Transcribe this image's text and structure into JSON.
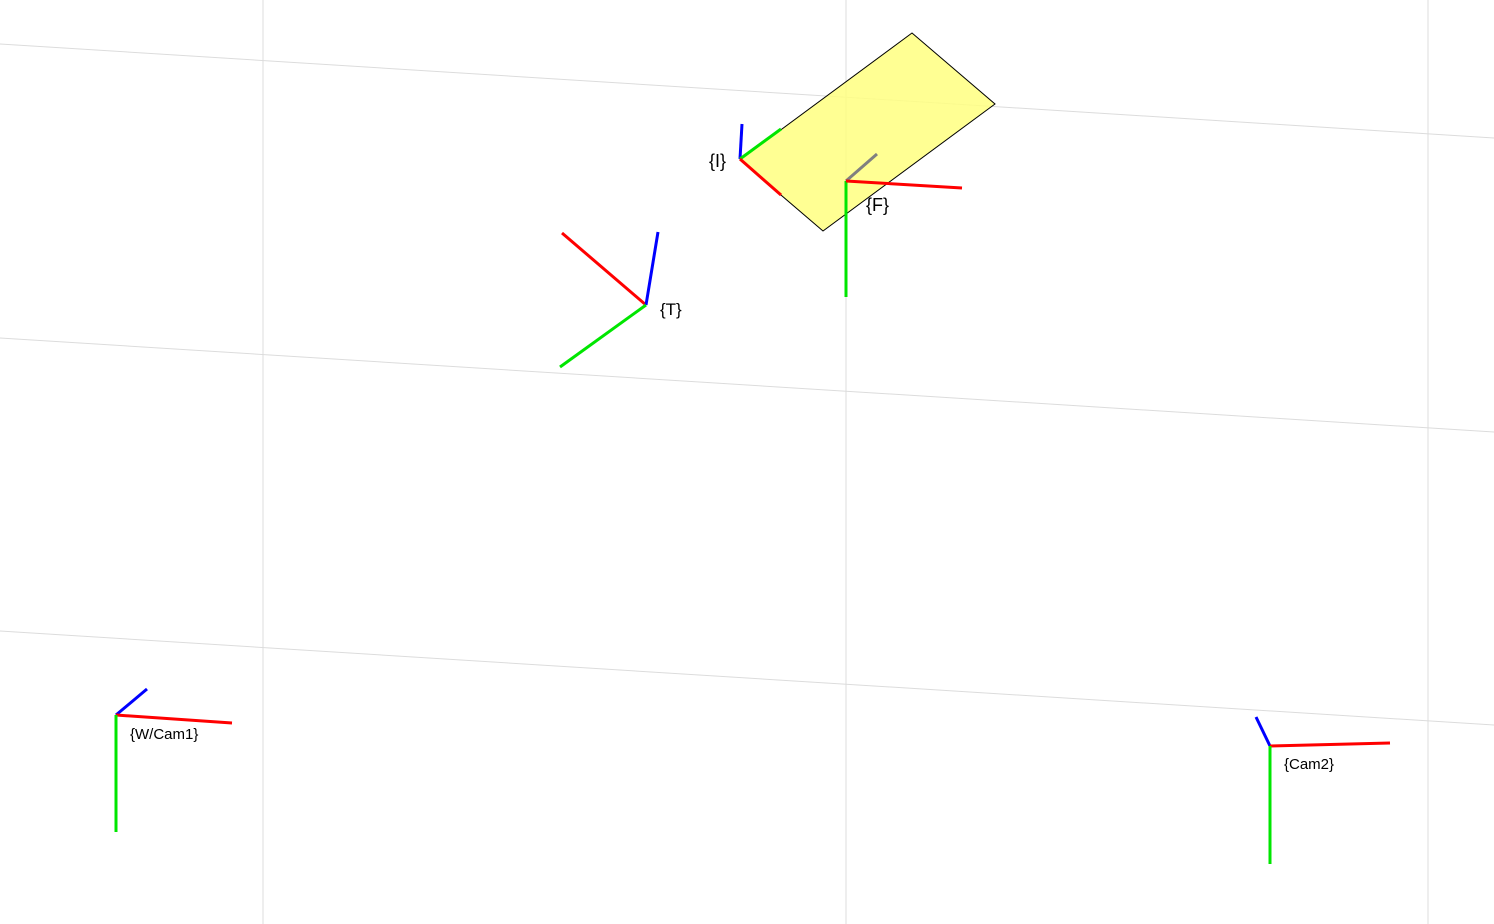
{
  "colors": {
    "background": "#ffffff",
    "grid": "#dcdcdc",
    "axis_x": "#ff0000",
    "axis_y": "#00e600",
    "axis_z": "#0000ff",
    "axis_z_muted": "#808080",
    "image_plane": "#ffff80"
  },
  "frames": {
    "world": {
      "label": "{W/Cam1}"
    },
    "cam2": {
      "label": "{Cam2}"
    },
    "target": {
      "label": "{T}"
    },
    "image": {
      "label": "{I}"
    },
    "focal": {
      "label": "{F}"
    }
  }
}
